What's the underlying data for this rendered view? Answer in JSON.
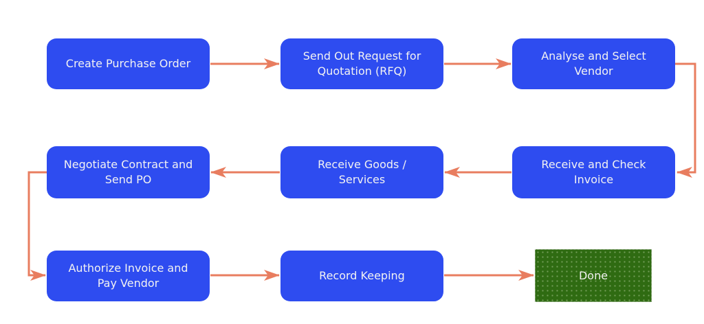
{
  "diagram": {
    "type": "flowchart",
    "nodes": [
      {
        "id": "create-purchase-order",
        "label": "Create Purchase Order",
        "shape": "rounded-rect",
        "fill": "#2E4CF0"
      },
      {
        "id": "send-out-rfq",
        "label": "Send Out Request for Quotation (RFQ)",
        "shape": "rounded-rect",
        "fill": "#2E4CF0"
      },
      {
        "id": "analyse-select-vendor",
        "label": "Analyse and Select Vendor",
        "shape": "rounded-rect",
        "fill": "#2E4CF0"
      },
      {
        "id": "receive-check-invoice",
        "label": "Receive and Check Invoice",
        "shape": "rounded-rect",
        "fill": "#2E4CF0"
      },
      {
        "id": "receive-goods-services",
        "label": "Receive Goods / Services",
        "shape": "rounded-rect",
        "fill": "#2E4CF0"
      },
      {
        "id": "negotiate-contract-send-po",
        "label": "Negotiate Contract and Send PO",
        "shape": "rounded-rect",
        "fill": "#2E4CF0"
      },
      {
        "id": "authorize-invoice-pay-vendor",
        "label": "Authorize Invoice and Pay Vendor",
        "shape": "rounded-rect",
        "fill": "#2E4CF0"
      },
      {
        "id": "record-keeping",
        "label": "Record Keeping",
        "shape": "rounded-rect",
        "fill": "#2E4CF0"
      },
      {
        "id": "done",
        "label": "Done",
        "shape": "textured-rect",
        "fill": "#2F6B12"
      }
    ],
    "edges": [
      {
        "from": "create-purchase-order",
        "to": "send-out-rfq"
      },
      {
        "from": "send-out-rfq",
        "to": "analyse-select-vendor"
      },
      {
        "from": "analyse-select-vendor",
        "to": "receive-check-invoice"
      },
      {
        "from": "receive-check-invoice",
        "to": "receive-goods-services"
      },
      {
        "from": "receive-goods-services",
        "to": "negotiate-contract-send-po"
      },
      {
        "from": "negotiate-contract-send-po",
        "to": "authorize-invoice-pay-vendor"
      },
      {
        "from": "authorize-invoice-pay-vendor",
        "to": "record-keeping"
      },
      {
        "from": "record-keeping",
        "to": "done"
      }
    ]
  },
  "colors": {
    "node_fill": "#2E4CF0",
    "node_text": "#F2F2F2",
    "arrow": "#E87D5F",
    "done_fill": "#2F6B12",
    "canvas_bg": "#FFFFFF"
  }
}
